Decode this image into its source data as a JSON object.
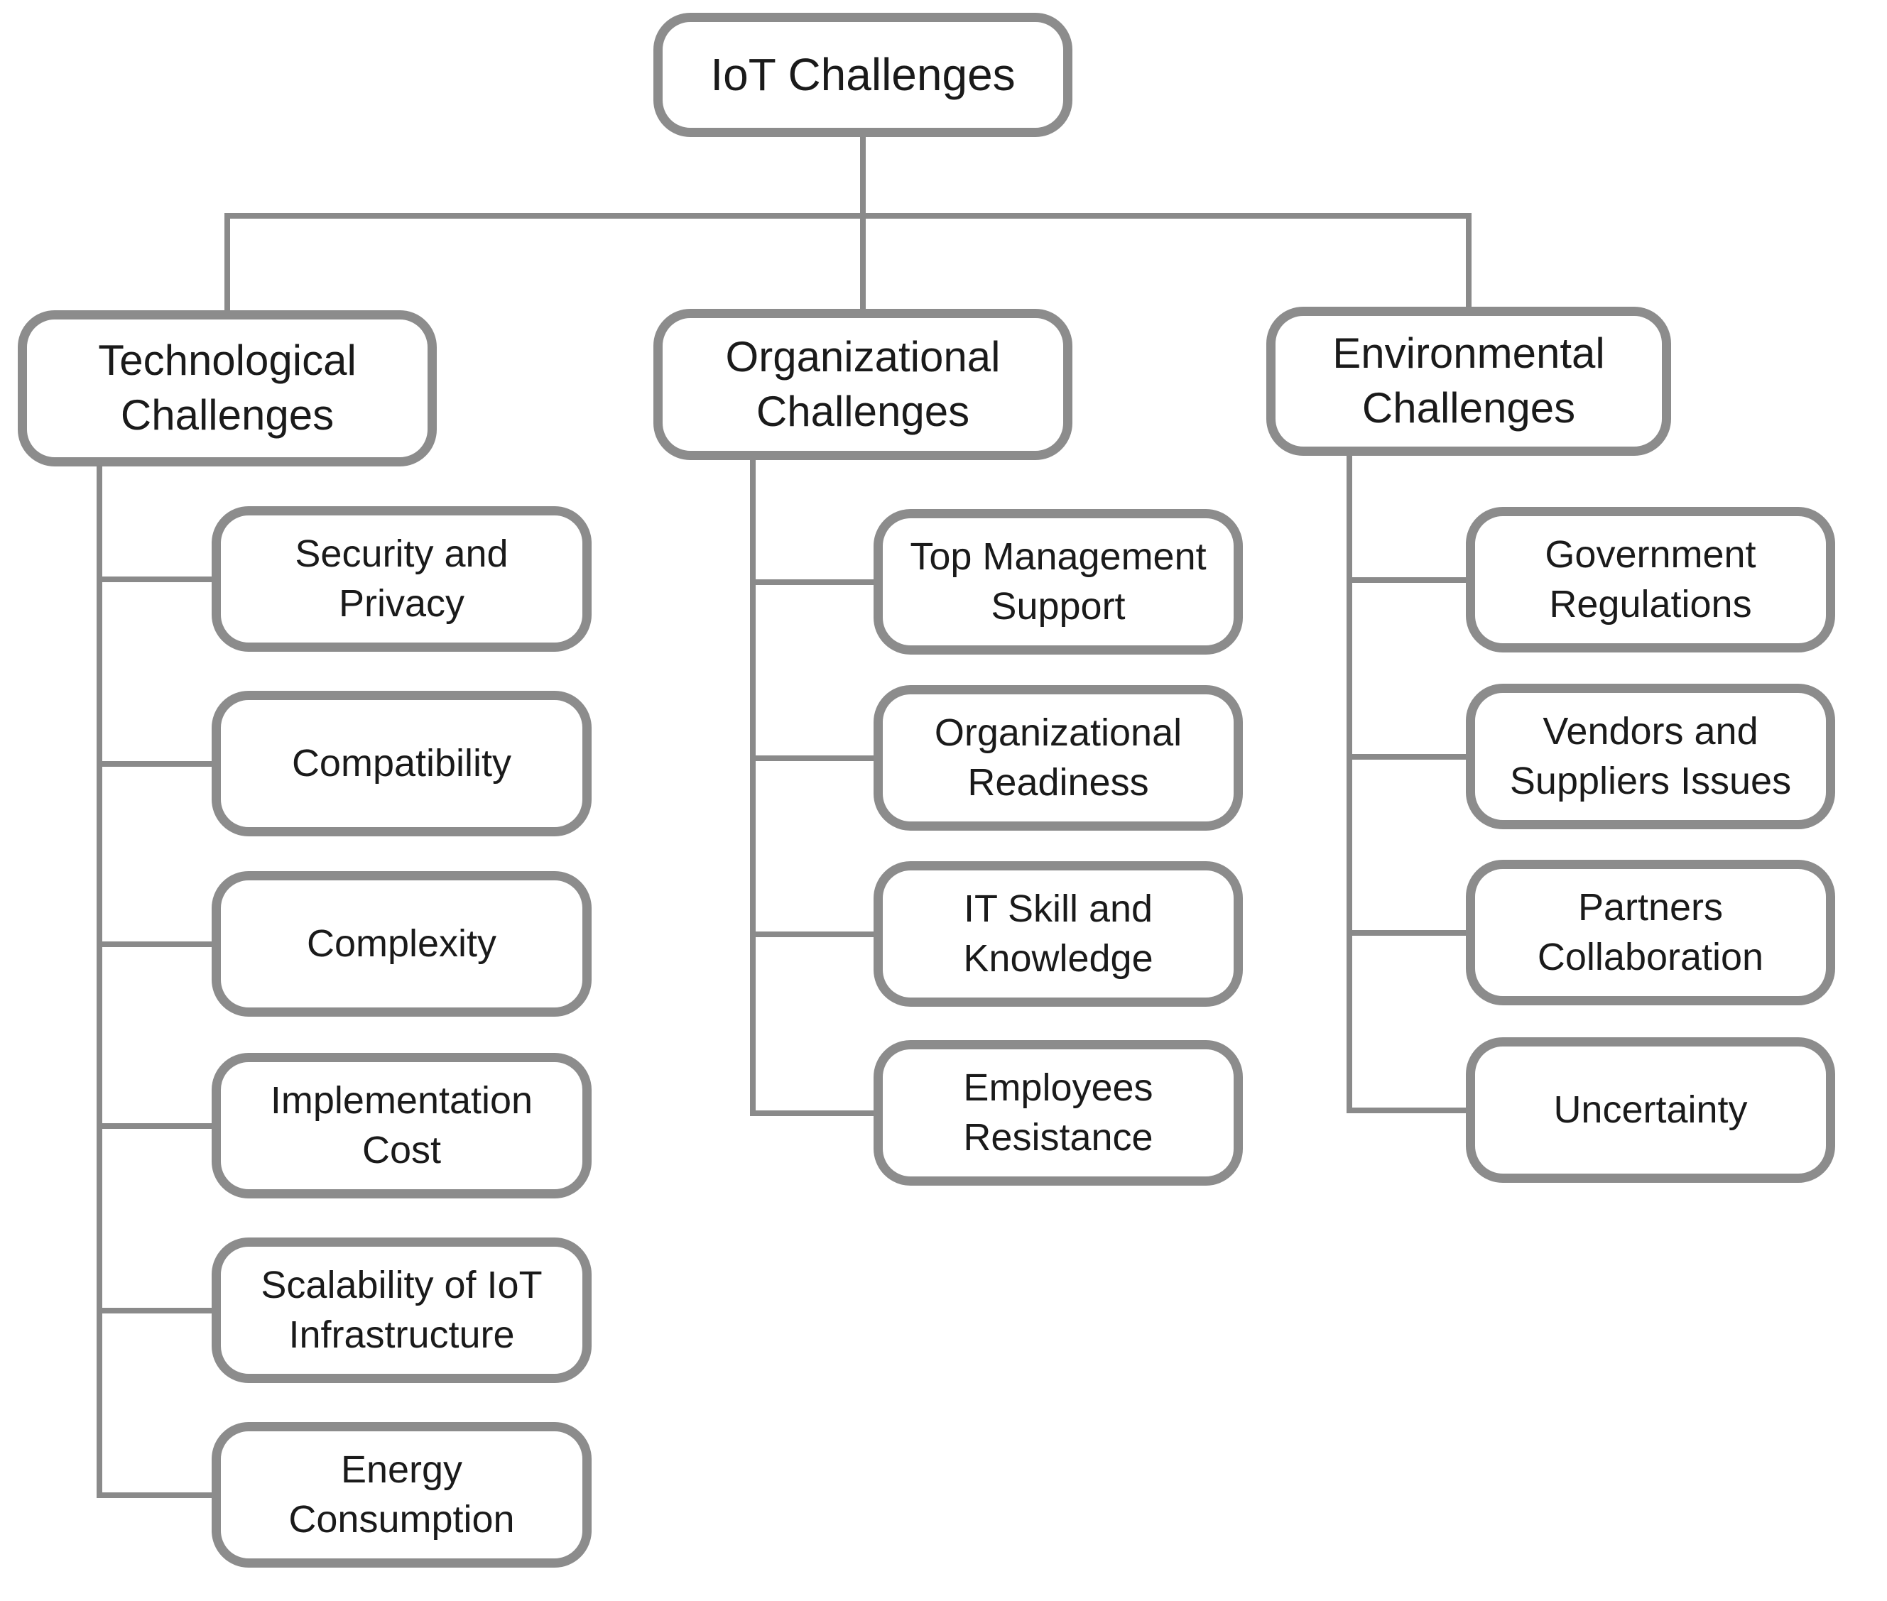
{
  "diagram": {
    "title": "IoT Challenges",
    "root": {
      "label": "IoT Challenges"
    },
    "branches": [
      {
        "label": "Technological Challenges",
        "children": [
          "Security and Privacy",
          "Compatibility",
          "Complexity",
          "Implementation Cost",
          "Scalability of IoT Infrastructure",
          "Energy Consumption"
        ]
      },
      {
        "label": "Organizational Challenges",
        "children": [
          "Top Management Support",
          "Organizational Readiness",
          "IT Skill and Knowledge",
          "Employees Resistance"
        ]
      },
      {
        "label": "Environmental Challenges",
        "children": [
          "Government Regulations",
          "Vendors and Suppliers Issues",
          "Partners Collaboration",
          "Uncertainty"
        ]
      }
    ],
    "colors": {
      "box_border": "#8c8c8c",
      "connector_line": "#8a8a8a",
      "text": "#1a1a1a",
      "background": "#ffffff"
    }
  }
}
